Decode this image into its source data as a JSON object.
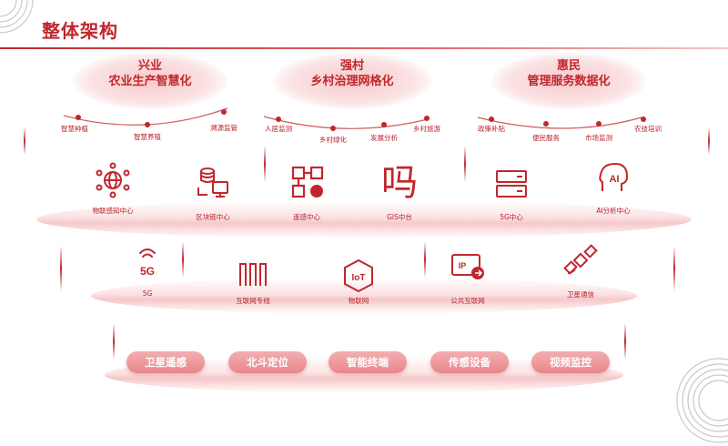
{
  "title": "整体架构",
  "top_groups": [
    {
      "line1": "兴业",
      "line2": "农业生产智慧化",
      "subs": [
        "智慧种植",
        "智慧养殖",
        "溯源监管"
      ]
    },
    {
      "line1": "强村",
      "line2": "乡村治理网格化",
      "subs": [
        "人居监测",
        "乡村绿化",
        "发展分析",
        "乡村旅游"
      ]
    },
    {
      "line1": "惠民",
      "line2": "管理服务数据化",
      "subs": [
        "政策补贴",
        "便民服务",
        "市场监测",
        "农技培训"
      ]
    }
  ],
  "platform_nodes": [
    "物联感知中心",
    "区块链中心",
    "遥感中心",
    "GIS中台",
    "5G中心",
    "AI分析中心"
  ],
  "gis_glyph": "吗",
  "ai_glyph": "AI",
  "network_nodes": [
    "5G",
    "互联网专线",
    "物联网",
    "公共互联网",
    "卫星通信"
  ],
  "fiveg_glyph": "5G",
  "ip_glyph": "IP",
  "iot_glyph": "IoT",
  "bottom_buttons": [
    "卫星遥感",
    "北斗定位",
    "智能终端",
    "传感设备",
    "视频监控"
  ],
  "colors": {
    "accent": "#c0272d",
    "light": "#f6c8ca"
  }
}
